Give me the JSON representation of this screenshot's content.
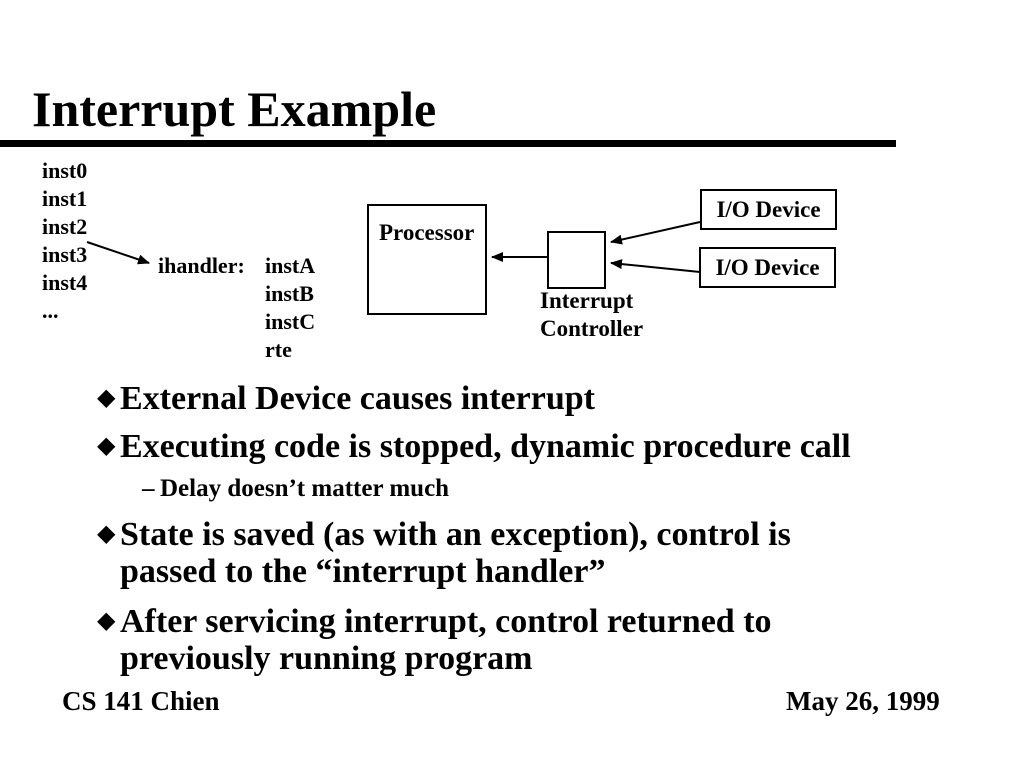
{
  "slide": {
    "title": "Interrupt Example",
    "footer_left": "CS 141 Chien",
    "footer_right": "May 26, 1999"
  },
  "diagram": {
    "code_lines": [
      "inst0",
      "inst1",
      "inst2",
      "inst3",
      "inst4",
      "..."
    ],
    "handler_label": "ihandler:",
    "handler_lines": [
      "instA",
      "instB",
      "instC",
      "rte"
    ],
    "processor_label": "Processor",
    "controller_label": "Interrupt\nController",
    "io_devices": [
      "I/O Device",
      "I/O Device"
    ],
    "line_color": "#000000"
  },
  "bullets": [
    {
      "marker": "◆",
      "text": "External Device causes interrupt"
    },
    {
      "marker": "◆",
      "text": "Executing code is stopped, dynamic procedure call"
    },
    {
      "marker": "–",
      "text": "Delay doesn’t matter much"
    },
    {
      "marker": "◆",
      "text": "State is saved (as with an exception), control is\npassed to the “interrupt handler”"
    },
    {
      "marker": "◆",
      "text": "After servicing interrupt, control returned to\npreviously running program"
    }
  ]
}
